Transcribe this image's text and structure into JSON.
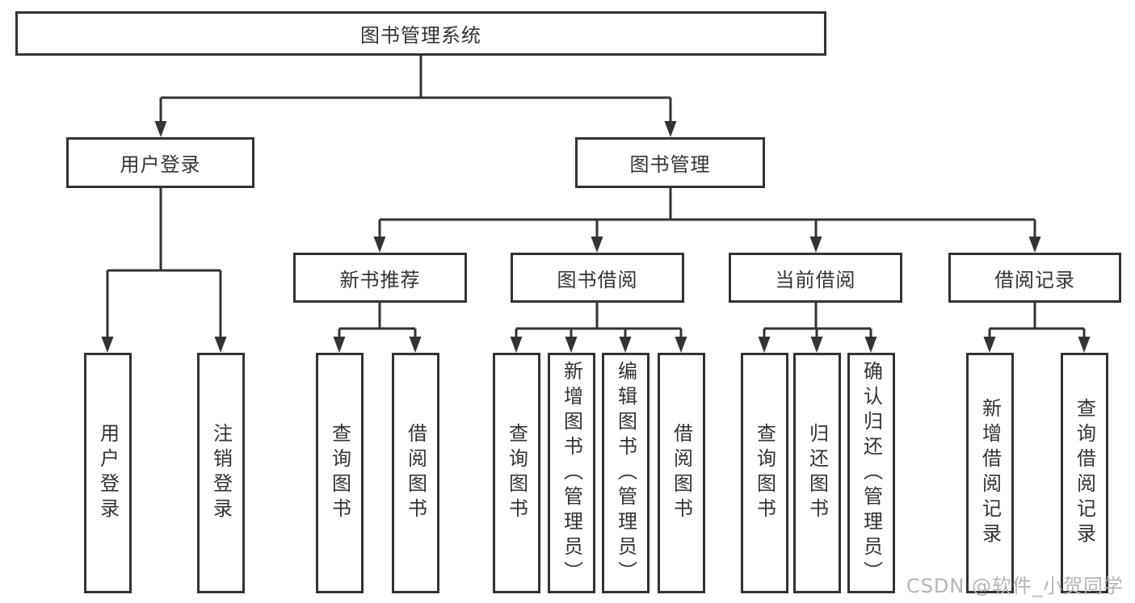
{
  "colors": {
    "line": "#333333",
    "text": "#333333",
    "watermark": "#b5b5b5",
    "bg": "#ffffff"
  },
  "watermark": {
    "text": "CSDN @软件_小贺同学"
  },
  "tree": {
    "label": "图书管理系统",
    "children": [
      {
        "label": "用户登录",
        "children": [
          {
            "label": "用户登录"
          },
          {
            "label": "注销登录"
          }
        ]
      },
      {
        "label": "图书管理",
        "children": [
          {
            "label": "新书推荐",
            "children": [
              {
                "label": "查询图书"
              },
              {
                "label": "借阅图书"
              }
            ]
          },
          {
            "label": "图书借阅",
            "children": [
              {
                "label": "查询图书"
              },
              {
                "label": "新增图书（管理员）"
              },
              {
                "label": "编辑图书（管理员）"
              },
              {
                "label": "借阅图书"
              }
            ]
          },
          {
            "label": "当前借阅",
            "children": [
              {
                "label": "查询图书"
              },
              {
                "label": "归还图书"
              },
              {
                "label": "确认归还（管理员）"
              }
            ]
          },
          {
            "label": "借阅记录",
            "children": [
              {
                "label": "新增借阅记录"
              },
              {
                "label": "查询借阅记录"
              }
            ]
          }
        ]
      }
    ]
  }
}
